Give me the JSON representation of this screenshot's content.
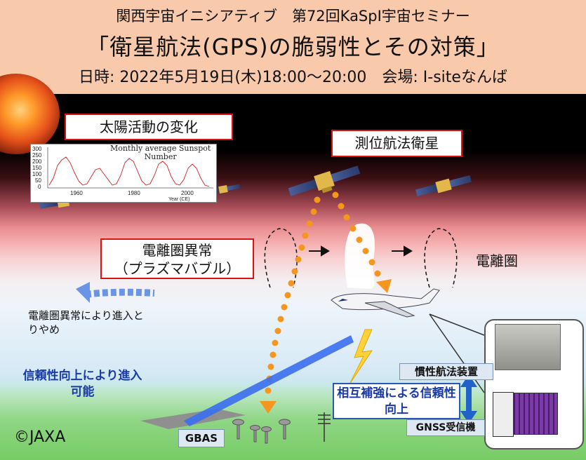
{
  "header": {
    "line1": "関西宇宙イニシアティブ　第72回KaSpI宇宙セミナー",
    "line2": "「衛星航法(GPS)の脆弱性とその対策」",
    "line3": "日時: 2022年5月19日(木)18:00〜20:00　会場: I-siteなんば"
  },
  "labels": {
    "solar_activity": "太陽活動の変化",
    "nav_satellite": "測位航法衛星",
    "iono_anomaly_line1": "電離圏異常",
    "iono_anomaly_line2": "（プラズマバブル）",
    "ionosphere": "電離圏",
    "abort_text": "電離圏異常により進入とりやめ",
    "approach_text": "信頼性向上により進入可能",
    "mutual_text": "相互補強による信頼性向上",
    "inertial": "慣性航法装置",
    "gnss": "GNSS受信機",
    "gbas": "GBAS",
    "copyright": "©JAXA"
  },
  "sunspot_chart": {
    "title_line1": "Monthly average Sunspot",
    "title_line2": "Number",
    "xlabel": "Year (CE)",
    "x_ticks": [
      "1960",
      "1980",
      "2000"
    ],
    "y_ticks": [
      "300",
      "250",
      "200",
      "150",
      "100",
      "50",
      "0"
    ]
  },
  "colors": {
    "header_bg": "#f8c9aa",
    "label_border": "#dd1111",
    "accent_blue": "#2b58b5",
    "signal_orange": "#f5961e"
  }
}
